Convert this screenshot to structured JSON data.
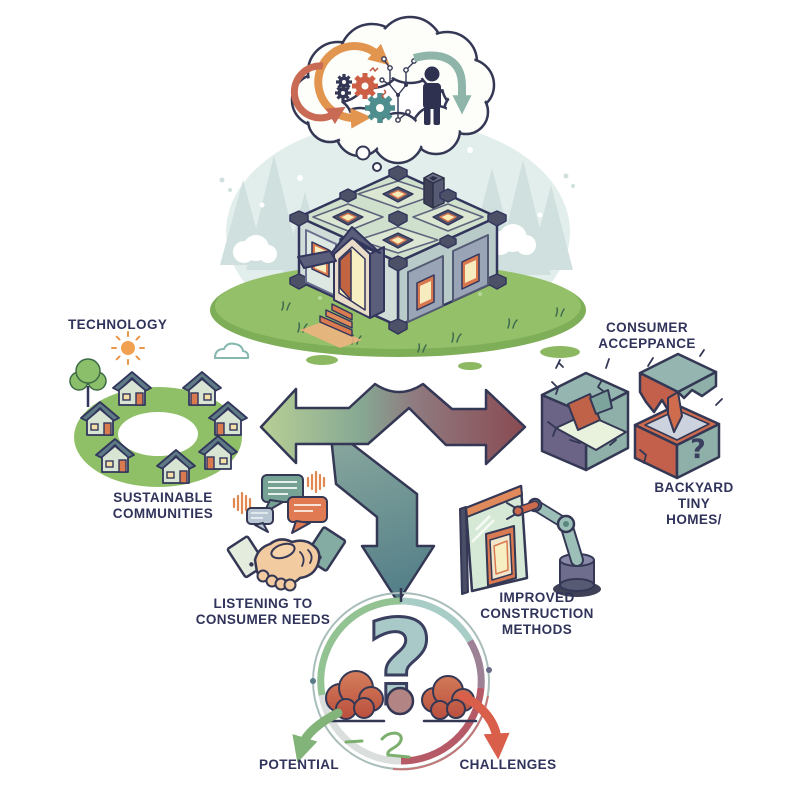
{
  "labels": {
    "technology": "TECHNOLOGY",
    "sustainable_communities": "SUSTAINABLE\nCOMMUNITIES",
    "consumer_acceptance": "CONSUMER\nACCEPPANCE",
    "backyard_tiny_homes": "BACKYARD TINY\nHOMES/",
    "listening": "LISTENING TO\nCONSUMER NEEDS",
    "improved_construction": "IMPROVED\nCONSTRUCTION\nMETHODS",
    "potential": "POTENTIAL",
    "challenges": "CHALLENGES",
    "question_mark": "?",
    "cube_question_mark": "?"
  },
  "icons": {
    "thought_cloud": "cloud with process arrows, gears, circuit, person",
    "modular_house": "isometric modular tiny home",
    "community_ring": "seven houses in a circle",
    "sun": "sun",
    "tree": "tree",
    "cracked_structure": "cracked broken block",
    "question_cube": "broken cube with question mark",
    "speech_bubbles": "chat bubbles",
    "handshake": "handshake",
    "wall_panel": "prefab wall panel with door",
    "robot_arm": "robotic construction arm",
    "question_circle": "circle with large question mark and bushes"
  },
  "colors": {
    "outline_navy": "#343855",
    "text_navy": "#30335a",
    "grass_green": "#94c069",
    "ring_green": "#8fc068",
    "arrow_green_light": "#b8cf95",
    "arrow_maroon": "#8a4a52",
    "arrow_teal": "#527e88",
    "accent_orange": "#e2954f",
    "accent_red_orange": "#c9604c",
    "bubble_teal": "#76a195",
    "bubble_orange": "#e07a52",
    "skin": "#f2cba1",
    "bush_red": "#bf5240",
    "potential_arrow": "#82b378",
    "challenges_arrow": "#d95f4b",
    "sky_blob": "#e2eeeb"
  }
}
